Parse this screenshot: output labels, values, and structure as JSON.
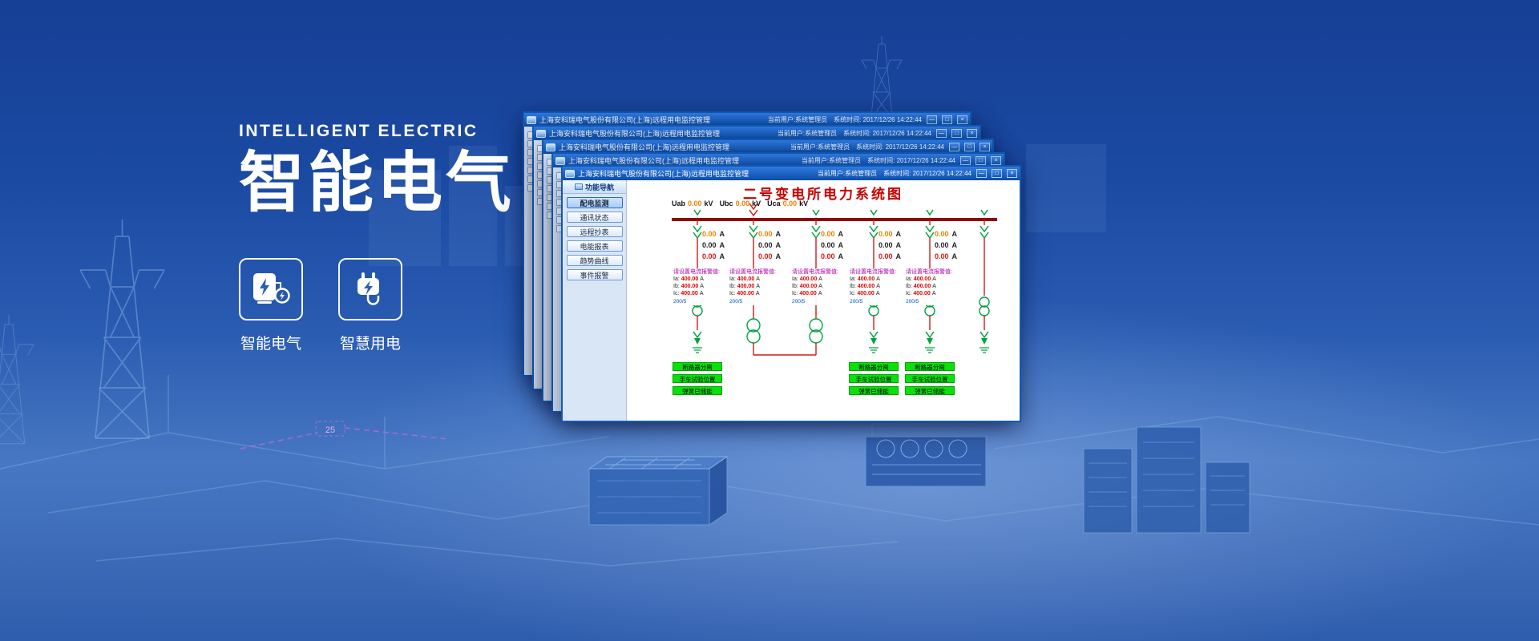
{
  "background": {
    "gradient_top": "#163f95",
    "gradient_bottom": "#4e7fc7",
    "distance_marker": "25"
  },
  "hero": {
    "eyebrow": "INTELLIGENT ELECTRIC",
    "title": "智能电气",
    "features": [
      {
        "label": "智能电气",
        "icon": "ev-charger-icon"
      },
      {
        "label": "智慧用电",
        "icon": "smart-plug-icon"
      }
    ]
  },
  "window_controls": {
    "minimize": "—",
    "maximize": "□",
    "close": "×"
  },
  "app": {
    "titlebar": {
      "title": "上海安科瑞电气股份有限公司(上海)远程用电监控管理",
      "user": "当前用户:系统管理员",
      "time": "系统时间: 2017/12/26 14:22:44"
    },
    "nav": {
      "header": "功能导航",
      "items": [
        "配电监测",
        "通讯状态",
        "远程抄表",
        "电能报表",
        "趋势曲线",
        "事件报警"
      ]
    },
    "diagram": {
      "title": "二号变电所电力系统图",
      "voltages": [
        {
          "label": "Uab",
          "value": "0.00",
          "unit": "kV"
        },
        {
          "label": "Ubc",
          "value": "0.00",
          "unit": "kV"
        },
        {
          "label": "Uca",
          "value": "0.00",
          "unit": "kV"
        }
      ],
      "current_unit": "A",
      "feeders": [
        {
          "currents": [
            "0.00",
            "0.00",
            "0.00"
          ]
        },
        {
          "currents": [
            "0.00",
            "0.00",
            "0.00"
          ]
        },
        {
          "currents": [
            "0.00",
            "0.00",
            "0.00"
          ]
        },
        {
          "currents": [
            "0.00",
            "0.00",
            "0.00"
          ]
        },
        {
          "currents": [
            "0.00",
            "0.00",
            "0.00"
          ]
        }
      ],
      "alarm_title": "请设置电流报警值:",
      "alarm_rows": [
        {
          "label": "Ia:",
          "value": "400.00",
          "unit": "A"
        },
        {
          "label": "Ib:",
          "value": "400.00",
          "unit": "A"
        },
        {
          "label": "Ic:",
          "value": "400.00",
          "unit": "A"
        }
      ],
      "ct_ratio": "200/5",
      "status_buttons": [
        "断路器分闸",
        "手车试验位置",
        "弹簧已储能"
      ]
    }
  }
}
